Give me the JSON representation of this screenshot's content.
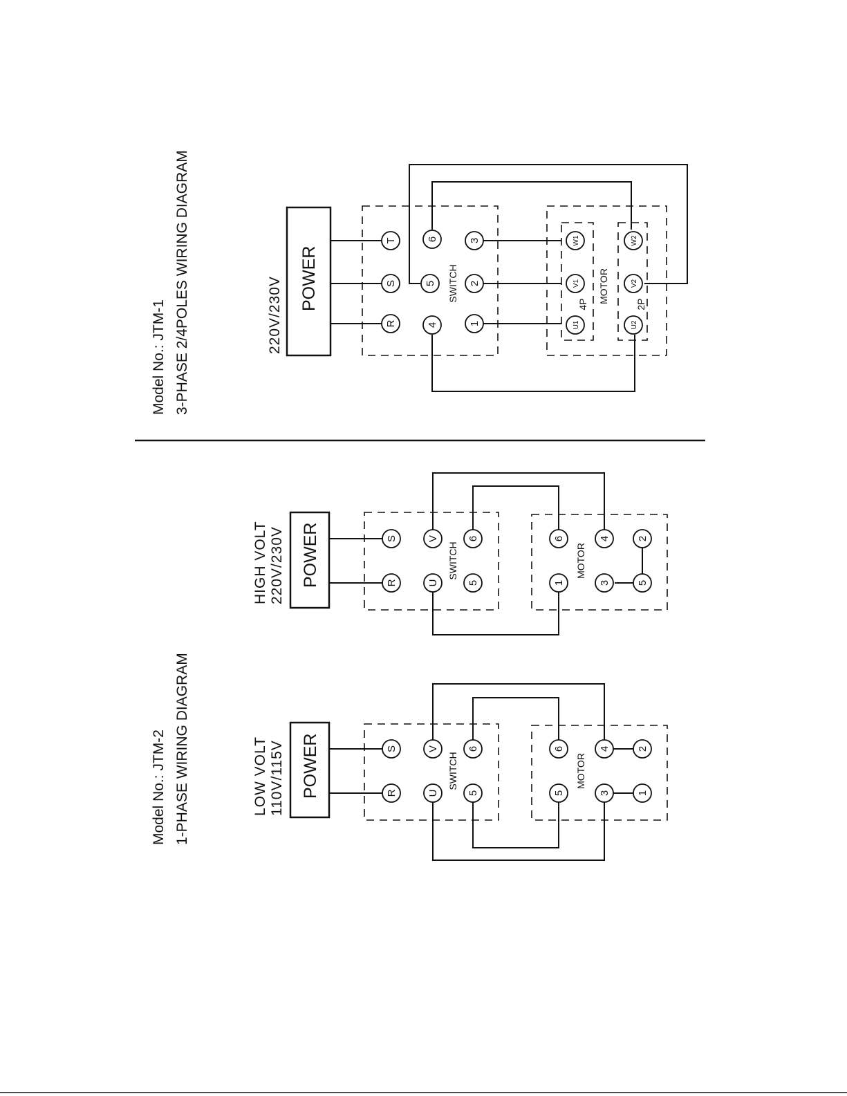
{
  "jtm1": {
    "model": "Model No.: JTM-1",
    "title": "3-PHASE 2/4POLES WIRING DIAGRAM",
    "voltage": "220V/230V",
    "power": "POWER",
    "switch": "SWITCH",
    "motor": "MOTOR",
    "switch_terminals": [
      "R",
      "S",
      "T",
      "4",
      "5",
      "6",
      "1",
      "2",
      "3"
    ],
    "motor_terminals": [
      "U1",
      "V1",
      "W1",
      "U2",
      "V2",
      "W2"
    ],
    "group_4p": "4P",
    "group_2p": "2P"
  },
  "jtm2": {
    "model": "Model No.: JTM-2",
    "title": "1-PHASE WIRING DIAGRAM",
    "high": {
      "line1": "HIGH VOLT",
      "line2": "220V/230V",
      "power": "POWER",
      "switch": "SWITCH",
      "motor": "MOTOR",
      "switch_terminals": [
        "R",
        "S",
        "U",
        "V",
        "5",
        "6"
      ],
      "motor_terminals": [
        "1",
        "6",
        "3",
        "5",
        "4",
        "2"
      ]
    },
    "low": {
      "line1": "LOW VOLT",
      "line2": "110V/115V",
      "power": "POWER",
      "switch": "SWITCH",
      "motor": "MOTOR",
      "switch_terminals": [
        "R",
        "S",
        "U",
        "V",
        "5",
        "6"
      ],
      "motor_terminals": [
        "5",
        "6",
        "3",
        "4",
        "1",
        "2"
      ]
    }
  }
}
